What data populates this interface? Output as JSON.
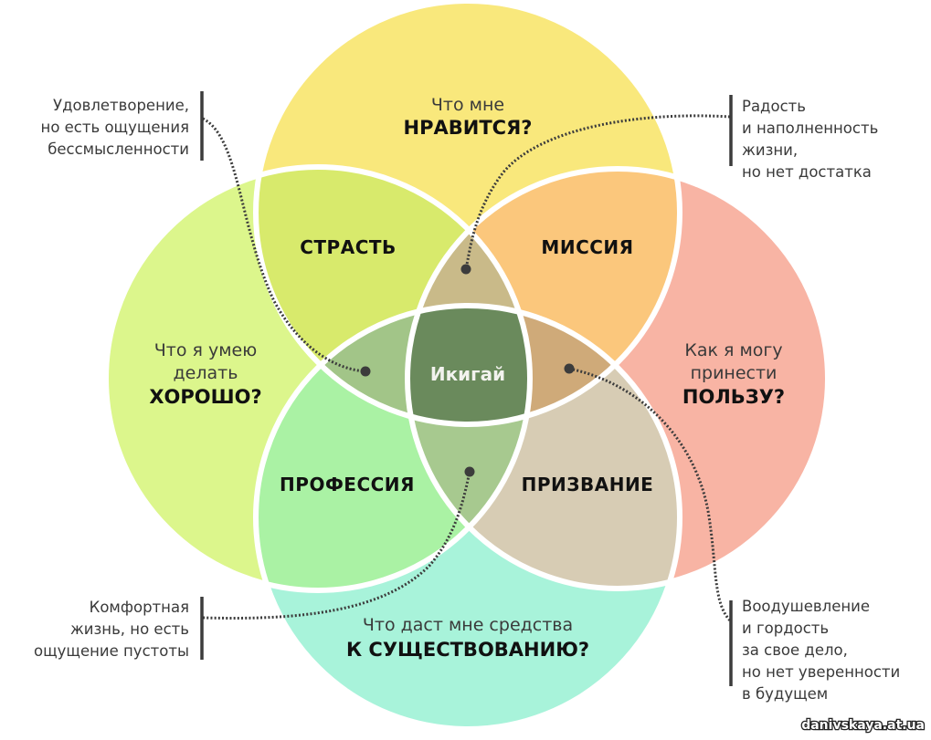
{
  "circles": {
    "top": {
      "line1": "Что мне",
      "line2": "НРАВИТСЯ?",
      "color": "#f9e87c"
    },
    "left": {
      "line1": "Что я умею",
      "line2": "делать",
      "line3": "ХОРОШО?",
      "color": "#dcf68c"
    },
    "right": {
      "line1": "Как я могу",
      "line2": "принести",
      "line3": "ПОЛЬЗУ?",
      "color": "#f8b4a4"
    },
    "bottom": {
      "line1": "Что даст мне средства",
      "line2": "К СУЩЕСТВОВАНИЮ?",
      "color": "#a8f3da"
    }
  },
  "intersections": {
    "passion": {
      "label": "СТРАСТЬ",
      "color": "#d8ea6c"
    },
    "mission": {
      "label": "МИССИЯ",
      "color": "#fbc77c"
    },
    "profession": {
      "label": "ПРОФЕССИЯ",
      "color": "#aaf2a4"
    },
    "vocation": {
      "label": "ПРИЗВАНИЕ",
      "color": "#d7ccb4"
    },
    "ikigai": {
      "label": "Икигай",
      "color": "#6a8a5c"
    }
  },
  "triple_colors": {
    "top_left_right": "#c9ba89",
    "top_left_bottom": "#a2c588",
    "top_right_bottom": "#cfaa79",
    "bottom_left_right": "#a7c98f"
  },
  "notes": {
    "top_left": [
      "Удовлетворение,",
      "но есть ощущения",
      "бессмысленности"
    ],
    "top_right": [
      "Радость",
      "и наполненность",
      "жизни,",
      "но нет достатка"
    ],
    "bottom_left": [
      "Комфортная",
      "жизнь, но есть",
      "ощущение пустоты"
    ],
    "bottom_right": [
      "Воодушевление",
      "и гордость",
      "за свое дело,",
      "но нет уверенности",
      "в будущем"
    ]
  },
  "watermark": "danivskaya.at.ua"
}
